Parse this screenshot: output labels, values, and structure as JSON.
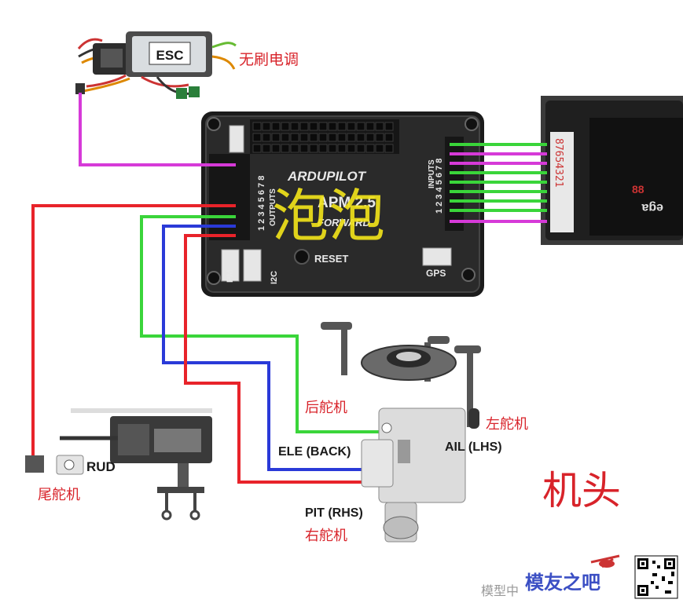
{
  "labels": {
    "esc_box": "ESC",
    "esc_cn": "无刷电调",
    "board_brand": "ARDUPILOT",
    "board_model": "APM 2.5",
    "board_forward": "FORWARD",
    "board_reset": "RESET",
    "board_gps": "GPS",
    "board_pm": "PM",
    "board_i2c": "I2C",
    "board_outputs": "OUTPUTS",
    "board_inputs": "INPUTS",
    "output_pins": "1 2 3 4 5 6 7 8",
    "input_pins": "1 2 3 4 5 6 7 8",
    "receiver_pins": "87654321",
    "watermark_overlay": "泡泡",
    "rear_servo_cn": "后舵机",
    "left_servo_cn": "左舵机",
    "ele": "ELE (BACK)",
    "ail": "AIL (LHS)",
    "pit": "PIT (RHS)",
    "right_servo_cn": "右舵机",
    "rud": "RUD",
    "tail_servo_cn": "尾舵机",
    "head_cn": "机头",
    "site_logo": "模友之吧",
    "site_text": "模型中"
  },
  "colors": {
    "red_wire": "#e8232a",
    "green_wire": "#3ad53a",
    "blue_wire": "#2a3ad8",
    "magenta_wire": "#d63ad8",
    "label_red": "#d8232a",
    "watermark_yellow": "#f0e21a"
  },
  "icons": {
    "esc": "esc-module-icon",
    "board": "apm-board-icon",
    "receiver": "receiver-icon",
    "swashplate": "swashplate-icon",
    "tail_servo": "tail-servo-icon",
    "qr": "qr-code-icon",
    "heli": "helicopter-logo-icon"
  }
}
